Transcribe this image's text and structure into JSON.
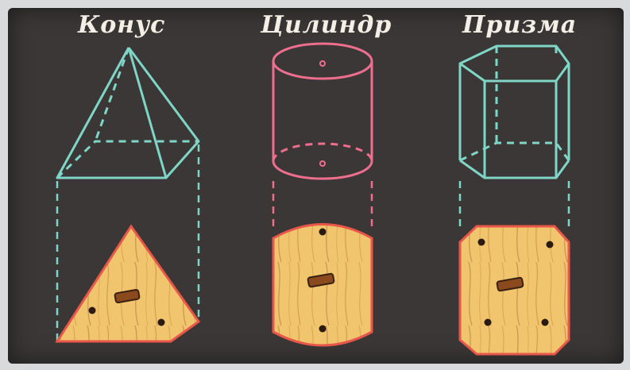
{
  "figures": [
    {
      "title": "Конус"
    },
    {
      "title": "Цилиндр"
    },
    {
      "title": "Призма"
    }
  ],
  "colors": {
    "board": "#3a3736",
    "cone_lines": "#7fd6c6",
    "cylinder_lines": "#ee6e8e",
    "prism_lines": "#7fd6c6",
    "wood": "#f0c56e",
    "wood_grain": "#c98a40",
    "wood_edge": "#e8574a"
  }
}
